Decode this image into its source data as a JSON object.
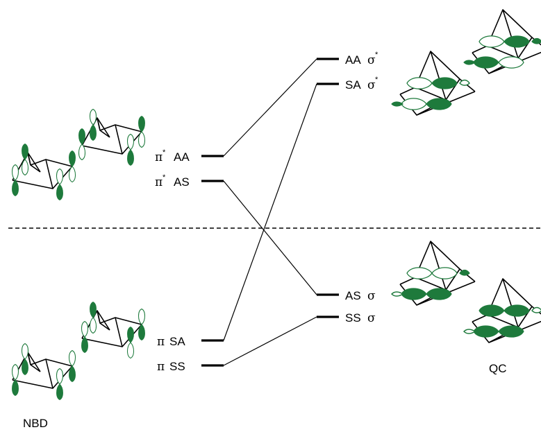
{
  "colors": {
    "orbital": "#1e7a3c",
    "line": "#000000"
  },
  "left_levels": [
    {
      "prefix": "π",
      "sup": "*",
      "sym": "AA"
    },
    {
      "prefix": "π",
      "sup": "*",
      "sym": "AS"
    },
    {
      "prefix": "π",
      "sup": "",
      "sym": "SA"
    },
    {
      "prefix": "π",
      "sup": "",
      "sym": "SS"
    }
  ],
  "right_levels": [
    {
      "sym": "AA",
      "greek": "σ",
      "sup": "*"
    },
    {
      "sym": "SA",
      "greek": "σ",
      "sup": "*"
    },
    {
      "sym": "AS",
      "greek": "σ",
      "sup": ""
    },
    {
      "sym": "SS",
      "greek": "σ",
      "sup": ""
    }
  ],
  "labels": {
    "left_molecule": "NBD",
    "right_molecule": "QC"
  }
}
